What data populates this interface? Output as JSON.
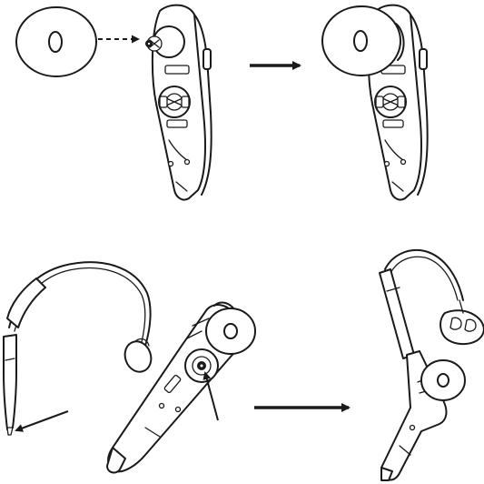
{
  "figure": {
    "panels": [
      "attach-ear-cushion",
      "cushion-attached",
      "attach-headband"
    ],
    "colors": {
      "line": "#1a1a1a",
      "fill": "#ffffff",
      "arrow": "#1a1a1a"
    },
    "icons": [
      "ear-cushion-icon",
      "headset-icon",
      "headband-icon",
      "arrow-icon"
    ]
  }
}
